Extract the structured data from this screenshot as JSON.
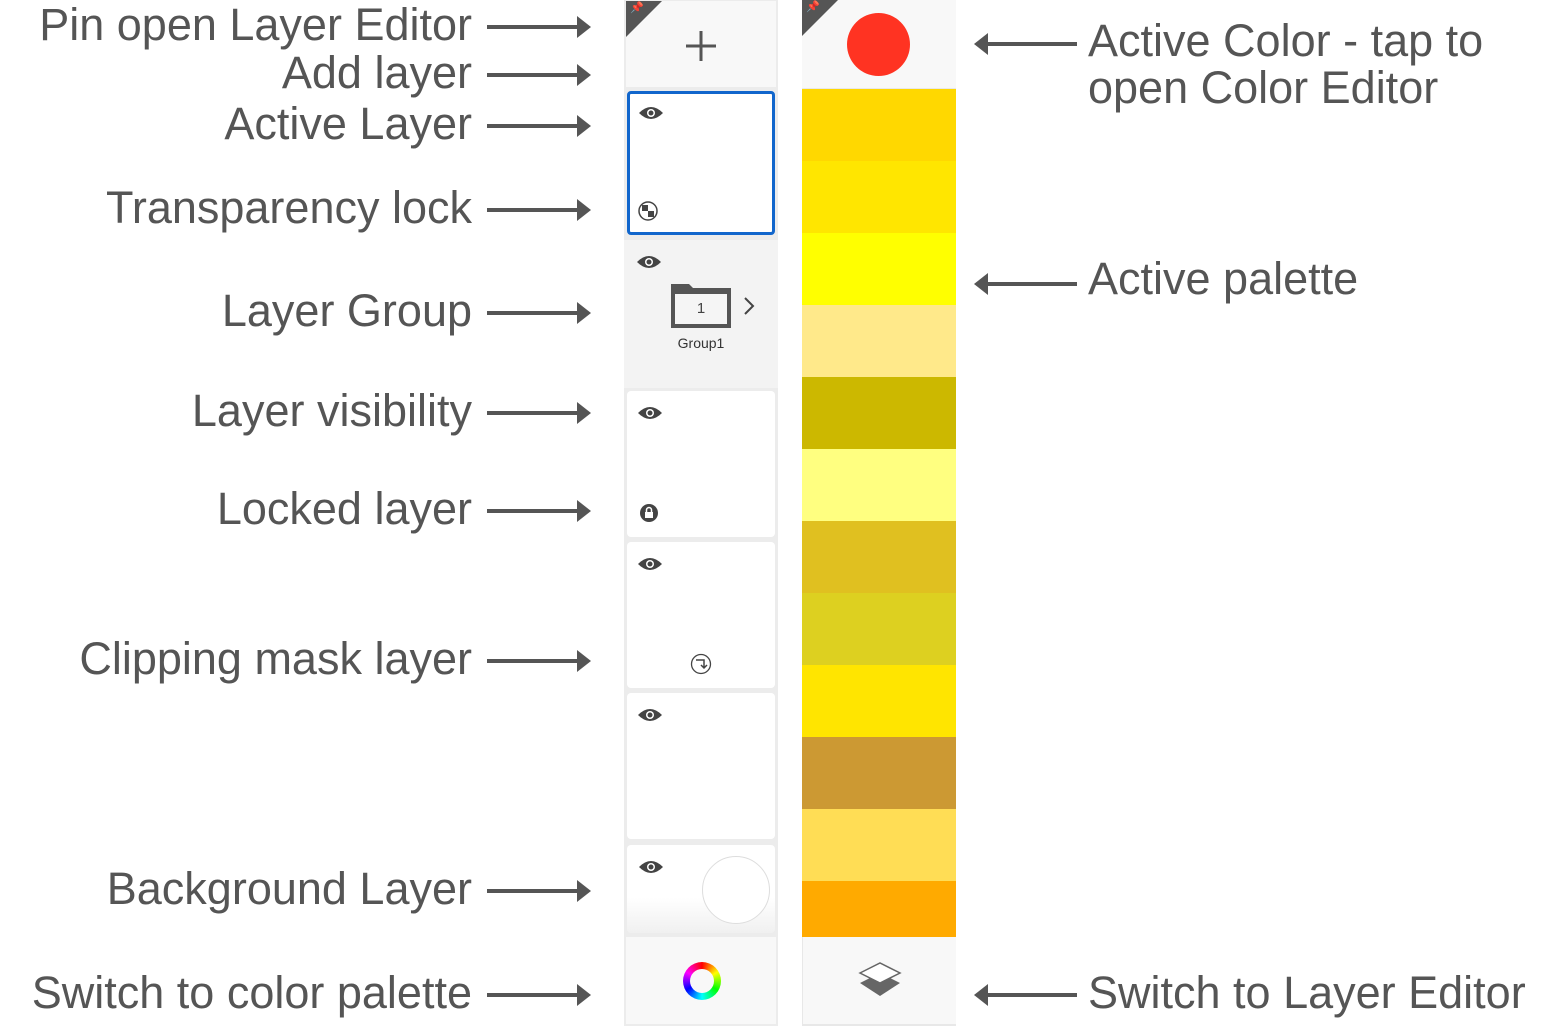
{
  "left_labels": [
    "Pin open Layer Editor",
    "Add layer",
    "Active Layer",
    "Transparency lock",
    "Layer Group",
    "Layer visibility",
    "Locked layer",
    "Clipping mask layer",
    "Background Layer",
    "Switch to color palette"
  ],
  "right_labels": {
    "active_color_line1": "Active Color - tap to",
    "active_color_line2": "open Color Editor",
    "active_palette": "Active palette",
    "switch_layer": "Switch to Layer Editor"
  },
  "layer_panel": {
    "group_count": "1",
    "group_name": "Group1"
  },
  "active_color": "#FF3322",
  "palette": [
    "#FFD800",
    "#FFE600",
    "#FFFF00",
    "#FFE98A",
    "#CCB800",
    "#FFFF80",
    "#E0C020",
    "#DDD020",
    "#FFE500",
    "#CC9933",
    "#FFDD55",
    "#FFAA00"
  ],
  "accent": "#1166CC"
}
